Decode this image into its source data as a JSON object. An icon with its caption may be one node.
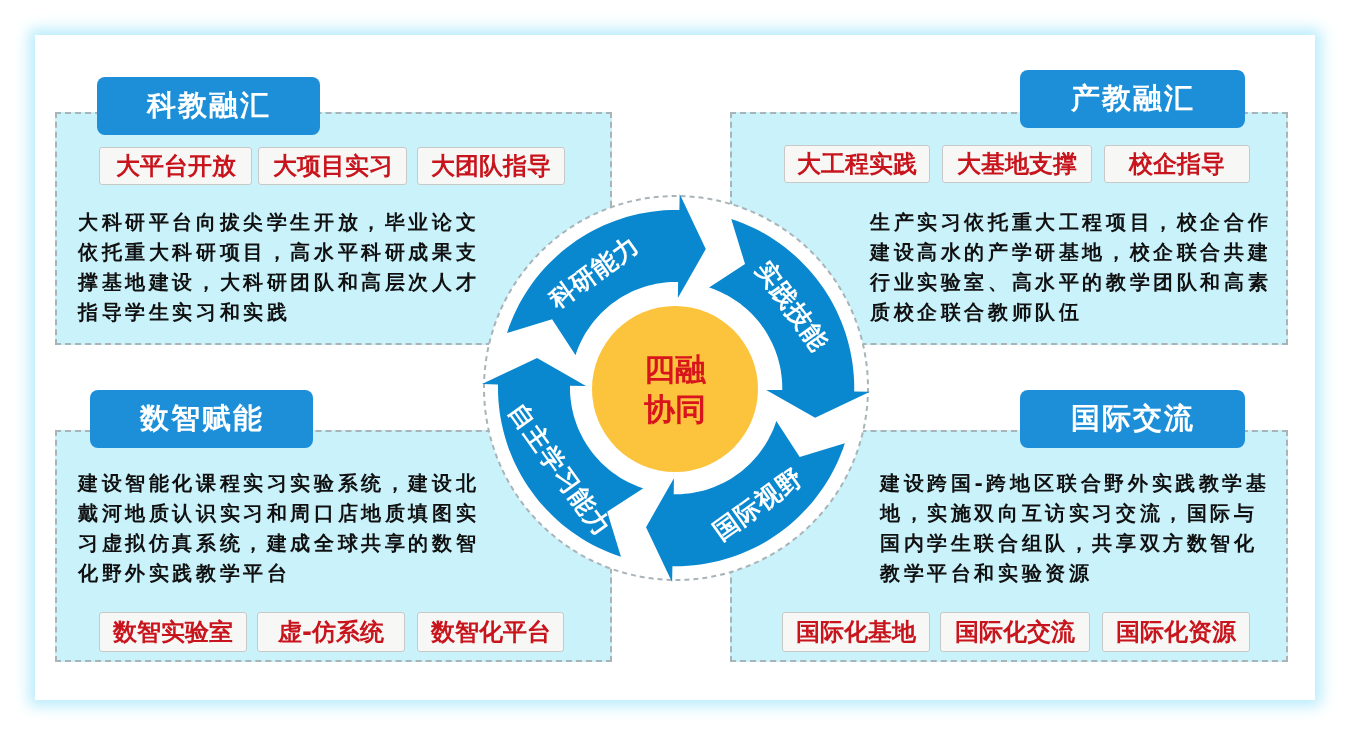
{
  "diagram": {
    "nodes": [
      {
        "text": [
          "大科研平台向拔尖学生开放，毕业论文依托重大科研项目，高水平科研成果支撑基地建设，大科研团队和高层次人才指导学生实习和实践"
        ]
      },
      {
        "text": [
          "科教融汇"
        ]
      },
      {
        "text": [
          "大平台开放"
        ],
        "in": 0
      },
      {
        "text": [
          "大项目实习"
        ],
        "in": 0
      },
      {
        "text": [
          "大团队指导"
        ],
        "in": 0
      },
      {
        "text": [
          "生产实习依托重大工程项目，校企合作建设高水的产学研基地，校企联合共建行业实验室、高水平的教学团队和高素质校企联合教师队伍"
        ]
      },
      {
        "text": [
          "产教融汇"
        ]
      },
      {
        "text": [
          "大工程实践"
        ],
        "in": 5
      },
      {
        "text": [
          "大基地支撑"
        ],
        "in": 5
      },
      {
        "text": [
          "校企指导"
        ],
        "in": 5
      },
      {
        "text": [
          "建设智能化课程实习实验系统，建设北戴河地质认识实习和周口店地质填图实习虚拟仿真系统，建成全球共享的数智化野外实践教学平台"
        ]
      },
      {
        "text": [
          "数智赋能"
        ]
      },
      {
        "text": [
          "数智实验室"
        ],
        "in": 10
      },
      {
        "text": [
          "虚-仿系统"
        ],
        "in": 10
      },
      {
        "text": [
          "数智化平台"
        ],
        "in": 10
      },
      {
        "text": [
          "建设跨国-跨地区联合野外实践教学基地，实施双向互访实习交流，国际与国内学生联合组队，共享双方数智化教学平台和实验资源"
        ]
      },
      {
        "text": [
          "国际交流"
        ]
      },
      {
        "text": [
          "国际化基地"
        ],
        "in": 15
      },
      {
        "text": [
          "国际化交流"
        ],
        "in": 15
      },
      {
        "text": [
          "国际化资源"
        ],
        "in": 15
      },
      {
        "text": [
          "四融协同"
        ]
      },
      {
        "text": [
          "科研能力"
        ]
      },
      {
        "text": [
          "实践技能"
        ]
      },
      {
        "text": [
          "国际视野"
        ]
      },
      {
        "text": [
          "自主学习能力"
        ]
      }
    ]
  }
}
